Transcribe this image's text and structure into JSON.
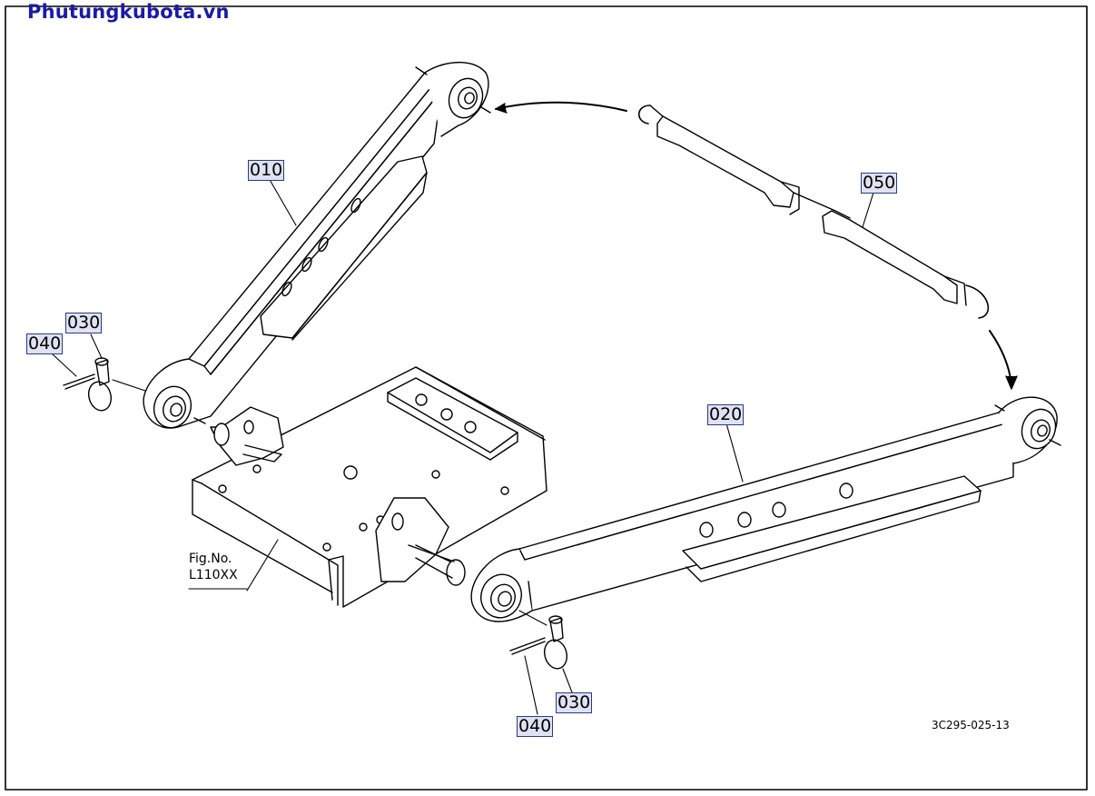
{
  "watermark": "Phutungkubota.vn",
  "callouts": [
    {
      "id": "c010",
      "text": "010"
    },
    {
      "id": "c020",
      "text": "020"
    },
    {
      "id": "c030a",
      "text": "030"
    },
    {
      "id": "c040a",
      "text": "040"
    },
    {
      "id": "c030b",
      "text": "030"
    },
    {
      "id": "c040b",
      "text": "040"
    },
    {
      "id": "c050",
      "text": "050"
    }
  ],
  "figure_ref": {
    "line1": "Fig.No.",
    "line2": "L110XX"
  },
  "drawing_number": "3C295-025-13"
}
